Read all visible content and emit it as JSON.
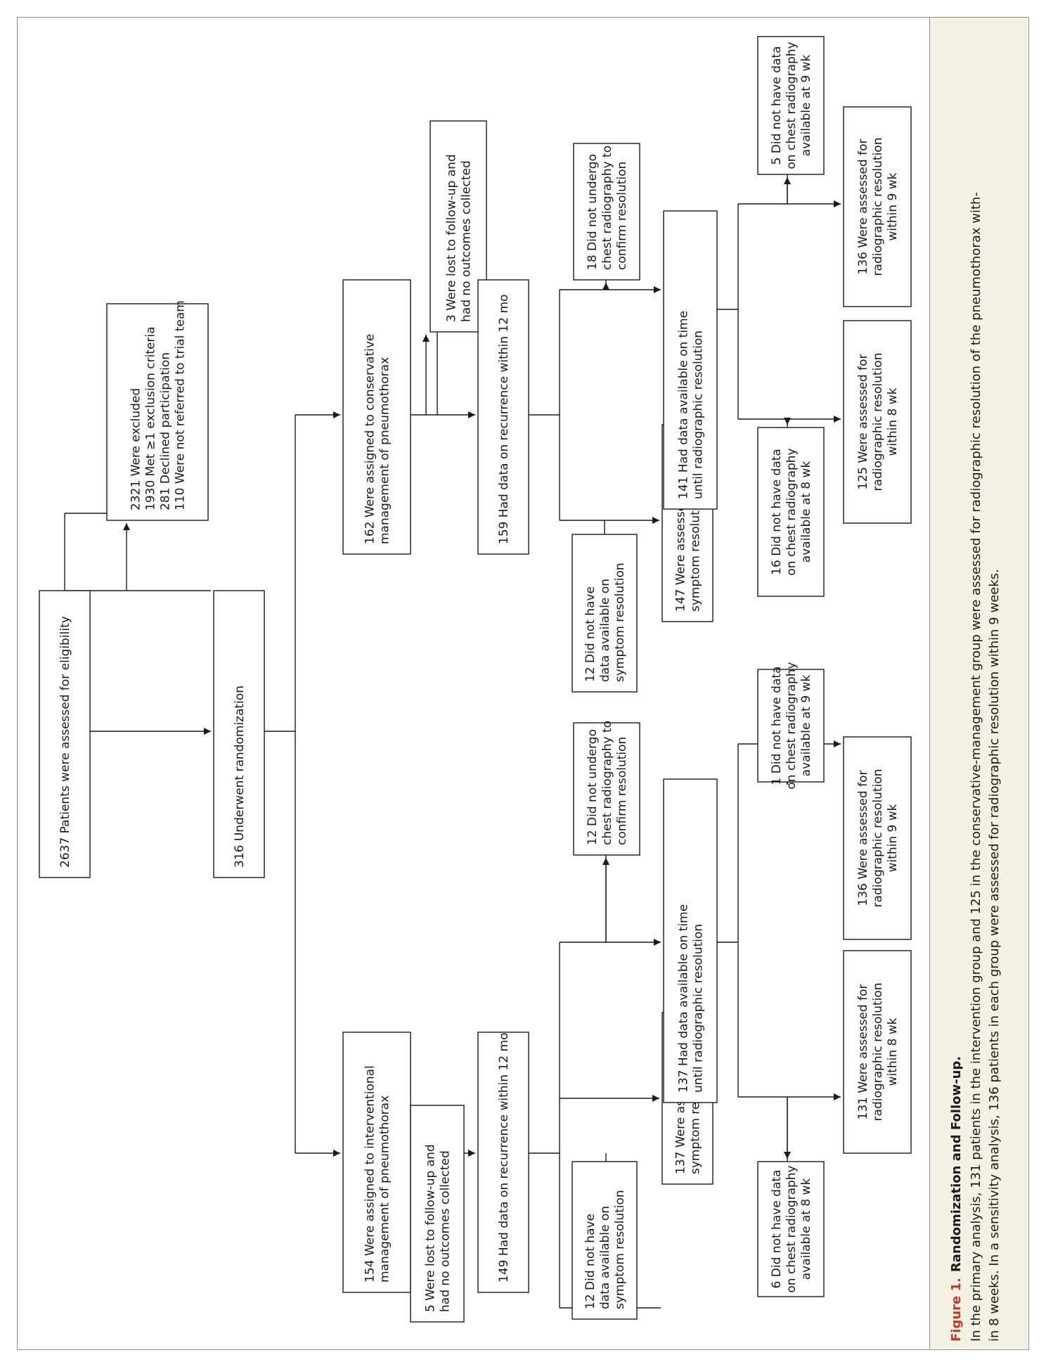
{
  "caption": {
    "figure_label": "Figure 1.",
    "title": "Randomization and Follow-up.",
    "line1": "In the primary analysis, 131 patients in the intervention group and 125 in the conservative-management group were assessed for radiographic resolution of the pneumothorax with-",
    "line2": "in 8 weeks. In a sensitivity analysis, 136 patients in each group were assessed for radiographic resolution within 9 weeks."
  },
  "flow": {
    "assessed": [
      "2637 Patients were assessed for eligibility"
    ],
    "excluded": [
      "2321 Were excluded",
      "1930 Met ≥1 exclusion criteria",
      "281 Declined participation",
      "110 Were not referred to trial team"
    ],
    "randomized": [
      "316 Underwent randomization"
    ],
    "intervention": {
      "assigned": [
        "154 Were assigned to interventional",
        "management of pneumothorax"
      ],
      "lost": [
        "5 Were lost to follow-up and",
        "had no outcomes collected"
      ],
      "recurrence": [
        "149 Had data on recurrence within 12 mo"
      ],
      "no_symptom": [
        "12 Did not have",
        "data available on",
        "symptom resolution"
      ],
      "symptom": [
        "137 Were assessed for",
        "symptom resolution"
      ],
      "time_data": [
        "137 Had data available on time",
        "until radiographic resolution"
      ],
      "no_radiography": [
        "12 Did not undergo",
        "chest radiography to",
        "confirm resolution"
      ],
      "no_data_8wk": [
        "6 Did not have data",
        "on chest radiography",
        "available at 8 wk"
      ],
      "assessed_8wk": [
        "131 Were assessed for",
        "radiographic resolution",
        "within 8 wk"
      ],
      "assessed_9wk": [
        "136 Were assessed for",
        "radiographic resolution",
        "within 9 wk"
      ],
      "no_data_9wk": [
        "1 Did not have data",
        "on chest radiography",
        "available at 9 wk"
      ]
    },
    "conservative": {
      "assigned": [
        "162 Were assigned to conservative",
        "management of pneumothorax"
      ],
      "lost": [
        "3 Were lost to follow-up and",
        "had no outcomes collected"
      ],
      "recurrence": [
        "159 Had data on recurrence within 12 mo"
      ],
      "no_symptom": [
        "12 Did not have",
        "data available on",
        "symptom resolution"
      ],
      "symptom": [
        "147 Were assessed for",
        "symptom resolution"
      ],
      "time_data": [
        "141 Had data available on time",
        "until radiographic resolution"
      ],
      "no_radiography": [
        "18 Did not undergo",
        "chest radiography to",
        "confirm resolution"
      ],
      "no_data_8wk": [
        "16 Did not have data",
        "on chest radiography",
        "available at 8 wk"
      ],
      "assessed_8wk": [
        "125 Were assessed for",
        "radiographic resolution",
        "within 8 wk"
      ],
      "assessed_9wk": [
        "136 Were assessed for",
        "radiographic resolution",
        "within 9 wk"
      ],
      "no_data_9wk": [
        "5 Did not have data",
        "on chest radiography",
        "available at 9 wk"
      ]
    }
  },
  "colors": {
    "caption_background": "#f4f0e2",
    "figure_label": "#c0392b"
  }
}
